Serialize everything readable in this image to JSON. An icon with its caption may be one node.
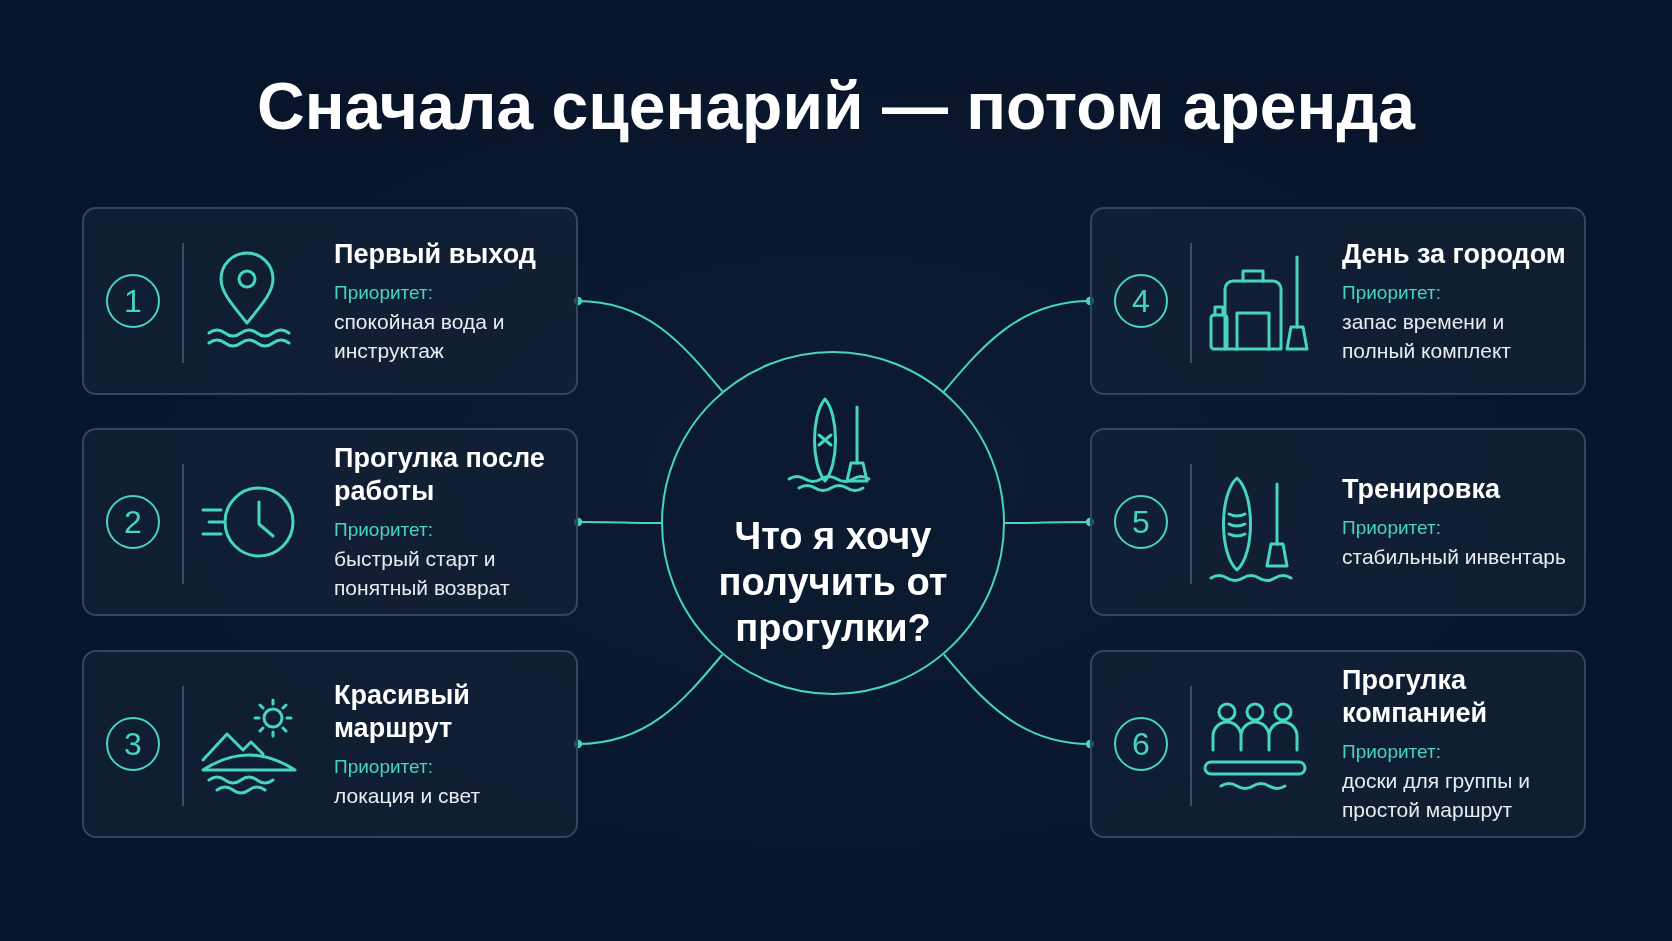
{
  "diagram": {
    "title": "Сначала сценарий — потом аренда",
    "nodes": [
      {
        "text": [
          "Что я хочу получить от прогулки?"
        ]
      },
      {
        "text": [
          "1",
          "Первый выход",
          "Приоритет:",
          "спокойная вода и инструктаж"
        ]
      },
      {
        "text": [
          "2",
          "Прогулка после работы",
          "Приоритет:",
          "быстрый старт и понятный возврат"
        ]
      },
      {
        "text": [
          "3",
          "Красивый маршрут",
          "Приоритет:",
          "локация и свет"
        ]
      },
      {
        "text": [
          "4",
          "День за городом",
          "Приоритет:",
          "запас времени и полный комплект"
        ]
      },
      {
        "text": [
          "5",
          "Тренировка",
          "Приоритет:",
          "стабильный инвентарь"
        ]
      },
      {
        "text": [
          "6",
          "Прогулка компанией",
          "Приоритет:",
          "доски для группы и простой маршрут"
        ]
      }
    ],
    "edges": [
      {
        "from": 0,
        "to": 1,
        "arrow": "other"
      },
      {
        "from": 0,
        "to": 2,
        "arrow": "other"
      },
      {
        "from": 0,
        "to": 3,
        "arrow": "other"
      },
      {
        "from": 0,
        "to": 4,
        "arrow": "other"
      },
      {
        "from": 0,
        "to": 5,
        "arrow": "other"
      },
      {
        "from": 0,
        "to": 6,
        "arrow": "other"
      }
    ]
  }
}
